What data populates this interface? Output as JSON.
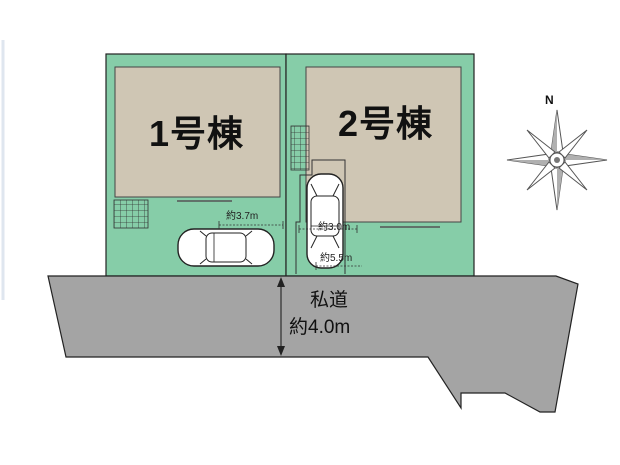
{
  "buildings": {
    "one": {
      "label": "1号棟"
    },
    "two": {
      "label": "2号棟"
    }
  },
  "dimensions": {
    "d1": "約3.7m",
    "d2": "約3.0m",
    "d3": "約5.5m"
  },
  "road": {
    "name": "私道",
    "width": "約4.0m"
  },
  "compass": {
    "label": "N"
  },
  "colors": {
    "lot": "#86cda8",
    "building": "#cfc6b4",
    "road": "#a4a4a4",
    "outline": "#222222"
  }
}
